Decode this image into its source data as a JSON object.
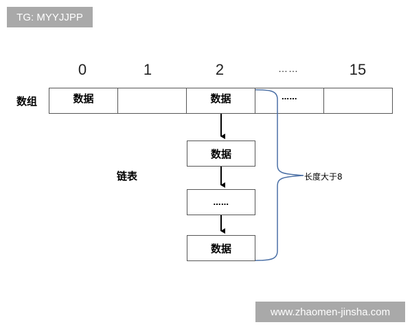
{
  "watermarks": {
    "top_left": "TG: MYYJJPP",
    "bottom_right": "www.zhaomen-jinsha.com"
  },
  "array": {
    "label": "数组",
    "indices": [
      "0",
      "1",
      "2",
      "……",
      "15"
    ],
    "cells": [
      "数据",
      "",
      "数据",
      "……",
      ""
    ]
  },
  "linked_list": {
    "label": "链表",
    "nodes": [
      "数据",
      "……",
      "数据"
    ]
  },
  "brace_annotation": "长度大于8",
  "colors": {
    "brace": "#4a6fa5",
    "watermark_bg": "#a9a9a9",
    "border": "#555555"
  }
}
